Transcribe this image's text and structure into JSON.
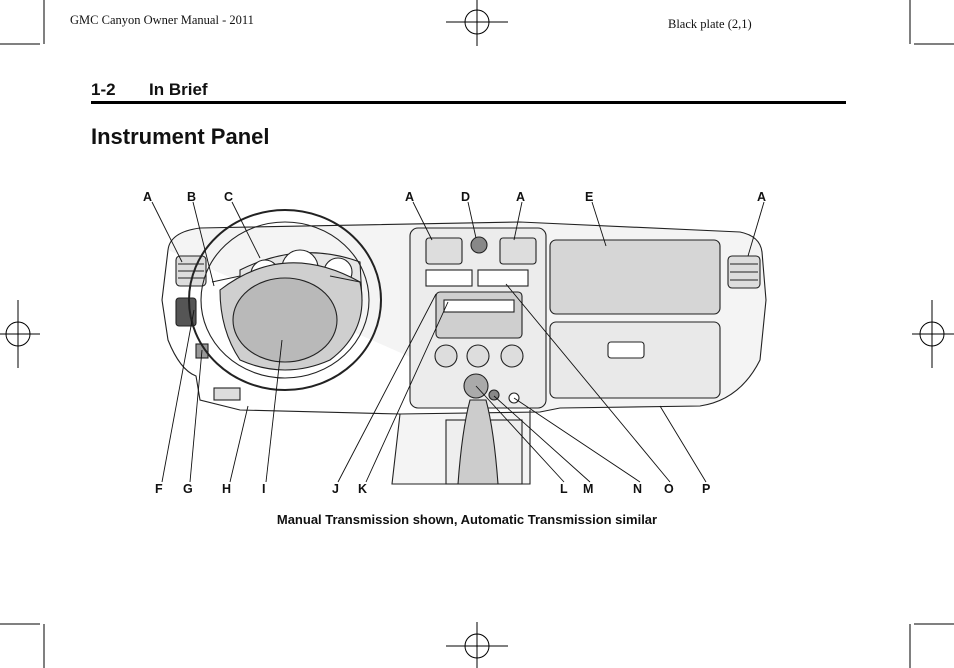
{
  "header": {
    "doc_title": "GMC Canyon Owner Manual - 2011",
    "plate": "Black plate (2,1)"
  },
  "section": {
    "number": "1-2",
    "title": "In Brief"
  },
  "page_title": "Instrument Panel",
  "figure": {
    "callouts_top": [
      "A",
      "B",
      "C",
      "A",
      "D",
      "A",
      "E",
      "A"
    ],
    "callouts_bottom": [
      "F",
      "G",
      "H",
      "I",
      "J",
      "K",
      "L",
      "M",
      "N",
      "O",
      "P"
    ],
    "caption": "Manual Transmission shown, Automatic Transmission similar"
  }
}
